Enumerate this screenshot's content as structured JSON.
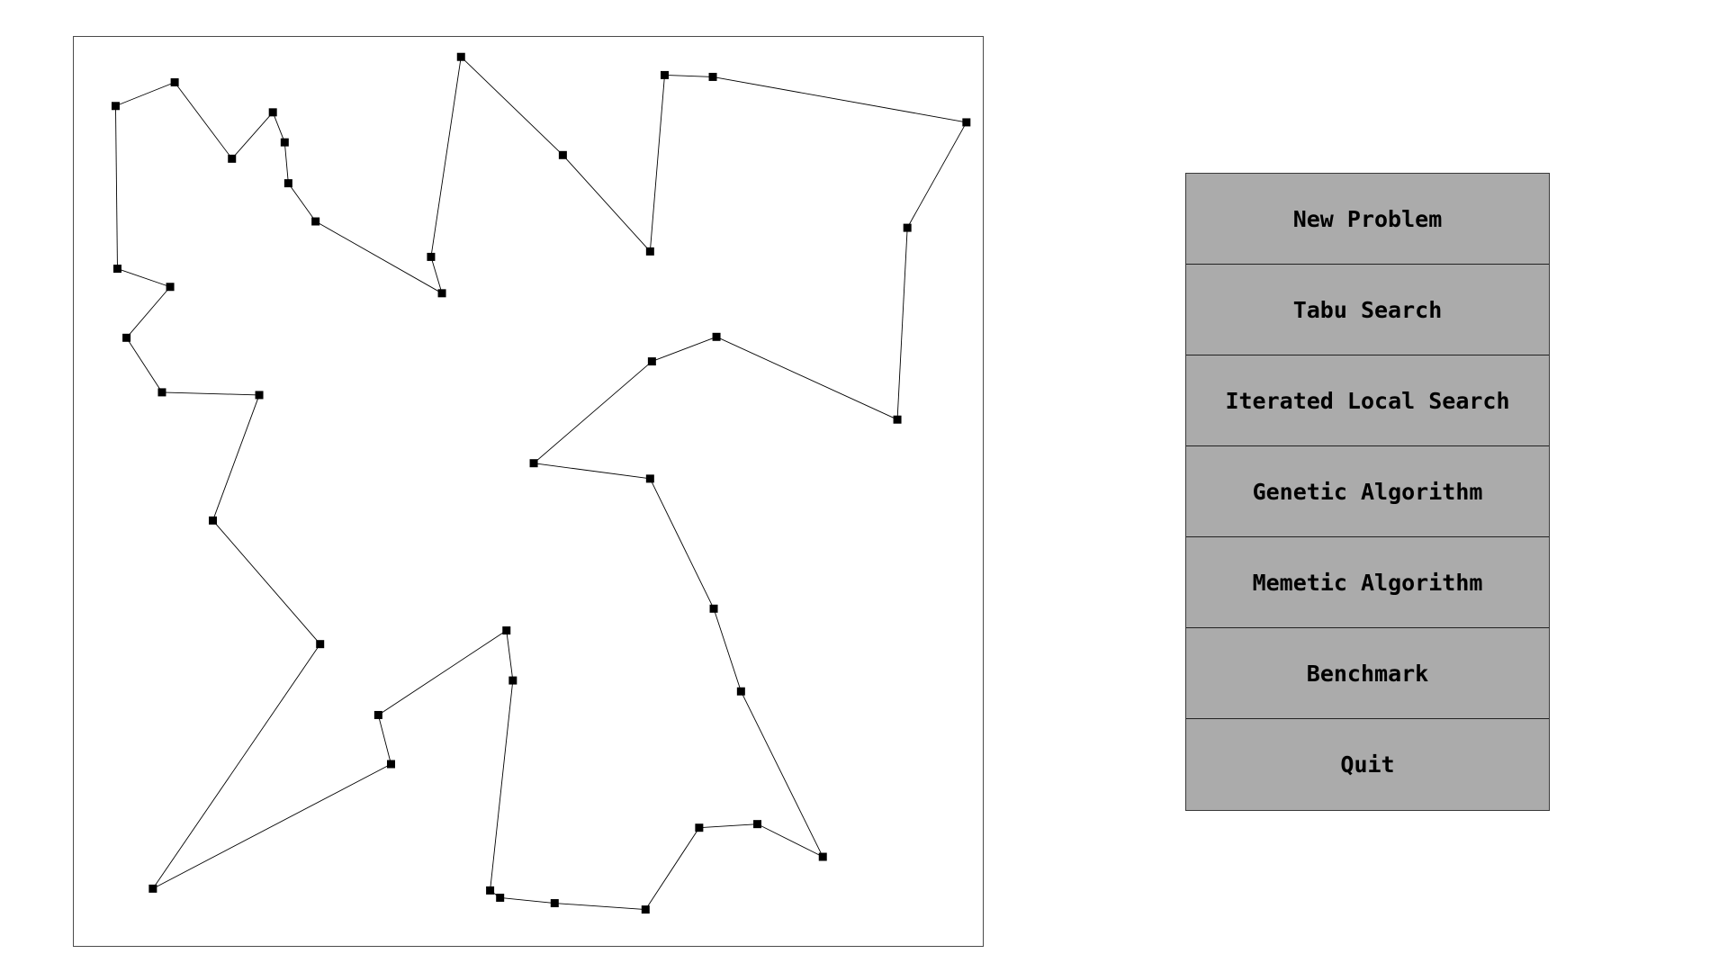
{
  "menu": {
    "items": [
      {
        "label": "New Problem"
      },
      {
        "label": "Tabu Search"
      },
      {
        "label": "Iterated Local Search"
      },
      {
        "label": "Genetic Algorithm"
      },
      {
        "label": "Memetic Algorithm"
      },
      {
        "label": "Benchmark"
      },
      {
        "label": "Quit"
      }
    ]
  },
  "colors": {
    "button_fill": "#ababab",
    "edge": "#000000",
    "city": "#000000"
  },
  "tour": {
    "closed": true,
    "cities": [
      [
        0.046,
        0.076
      ],
      [
        0.111,
        0.05
      ],
      [
        0.174,
        0.134
      ],
      [
        0.219,
        0.083
      ],
      [
        0.232,
        0.116
      ],
      [
        0.236,
        0.161
      ],
      [
        0.266,
        0.203
      ],
      [
        0.405,
        0.282
      ],
      [
        0.393,
        0.242
      ],
      [
        0.426,
        0.022
      ],
      [
        0.538,
        0.13
      ],
      [
        0.634,
        0.236
      ],
      [
        0.65,
        0.042
      ],
      [
        0.703,
        0.044
      ],
      [
        0.982,
        0.094
      ],
      [
        0.917,
        0.21
      ],
      [
        0.906,
        0.421
      ],
      [
        0.707,
        0.33
      ],
      [
        0.636,
        0.357
      ],
      [
        0.506,
        0.469
      ],
      [
        0.634,
        0.486
      ],
      [
        0.704,
        0.629
      ],
      [
        0.734,
        0.72
      ],
      [
        0.824,
        0.902
      ],
      [
        0.752,
        0.866
      ],
      [
        0.688,
        0.87
      ],
      [
        0.629,
        0.96
      ],
      [
        0.529,
        0.953
      ],
      [
        0.469,
        0.947
      ],
      [
        0.458,
        0.939
      ],
      [
        0.483,
        0.708
      ],
      [
        0.476,
        0.653
      ],
      [
        0.335,
        0.746
      ],
      [
        0.349,
        0.8
      ],
      [
        0.087,
        0.937
      ],
      [
        0.271,
        0.668
      ],
      [
        0.153,
        0.532
      ],
      [
        0.204,
        0.394
      ],
      [
        0.097,
        0.391
      ],
      [
        0.058,
        0.331
      ],
      [
        0.106,
        0.275
      ],
      [
        0.048,
        0.255
      ]
    ]
  }
}
